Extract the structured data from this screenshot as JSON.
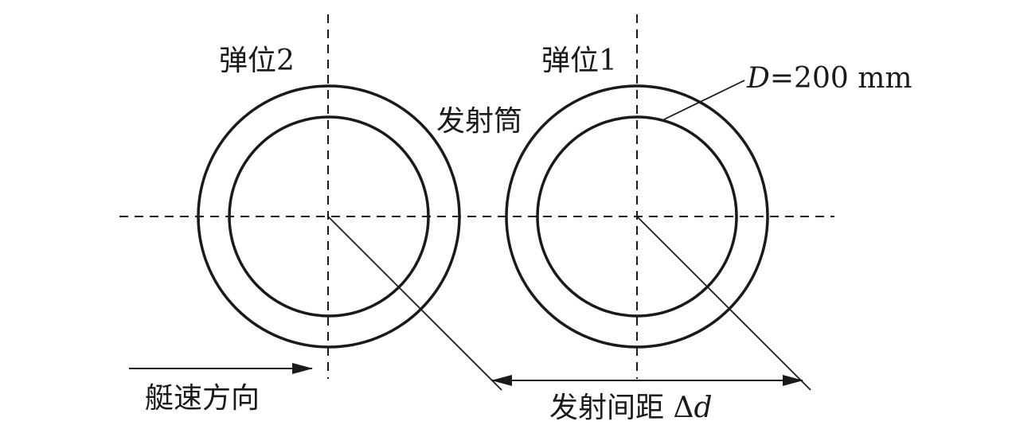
{
  "labels": {
    "position_2": "弹位2",
    "position_1": "弹位1",
    "tube": "发射筒",
    "diameter_var": "D",
    "diameter_value": "=200 mm",
    "boat_direction": "艇速方向",
    "spacing_text": "发射间距 Δ",
    "spacing_var": "d"
  },
  "colors": {
    "stroke": "#1a1a1a",
    "background": "#ffffff"
  }
}
